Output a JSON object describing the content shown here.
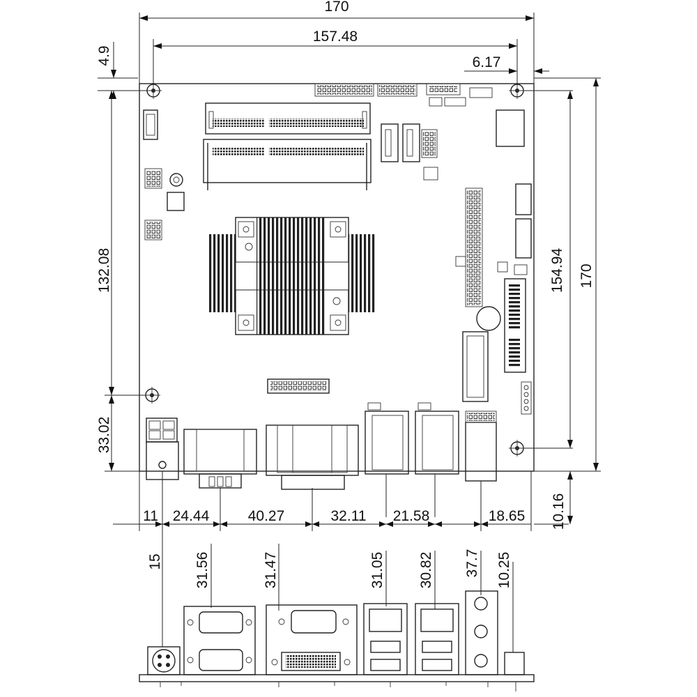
{
  "top_view": {
    "dim_width_total": "170",
    "dim_hole_span": "157.48",
    "dim_hole_right_offset": "6.17",
    "dim_hole_top_offset": "4.9",
    "dim_hole_span_left": "132.08",
    "dim_hole_bottom_left": "33.02",
    "dim_hole_span_right": "154.94",
    "dim_height_total": "170",
    "dim_io_offset": "10.16"
  },
  "io_positions": [
    "11",
    "24.44",
    "40.27",
    "32.11",
    "21.58",
    "18.65"
  ],
  "connector_heights": [
    "15",
    "31.56",
    "31.47",
    "31.05",
    "30.82",
    "37.7",
    "10.25"
  ],
  "colors": {
    "line": "#222222",
    "background": "#ffffff"
  }
}
